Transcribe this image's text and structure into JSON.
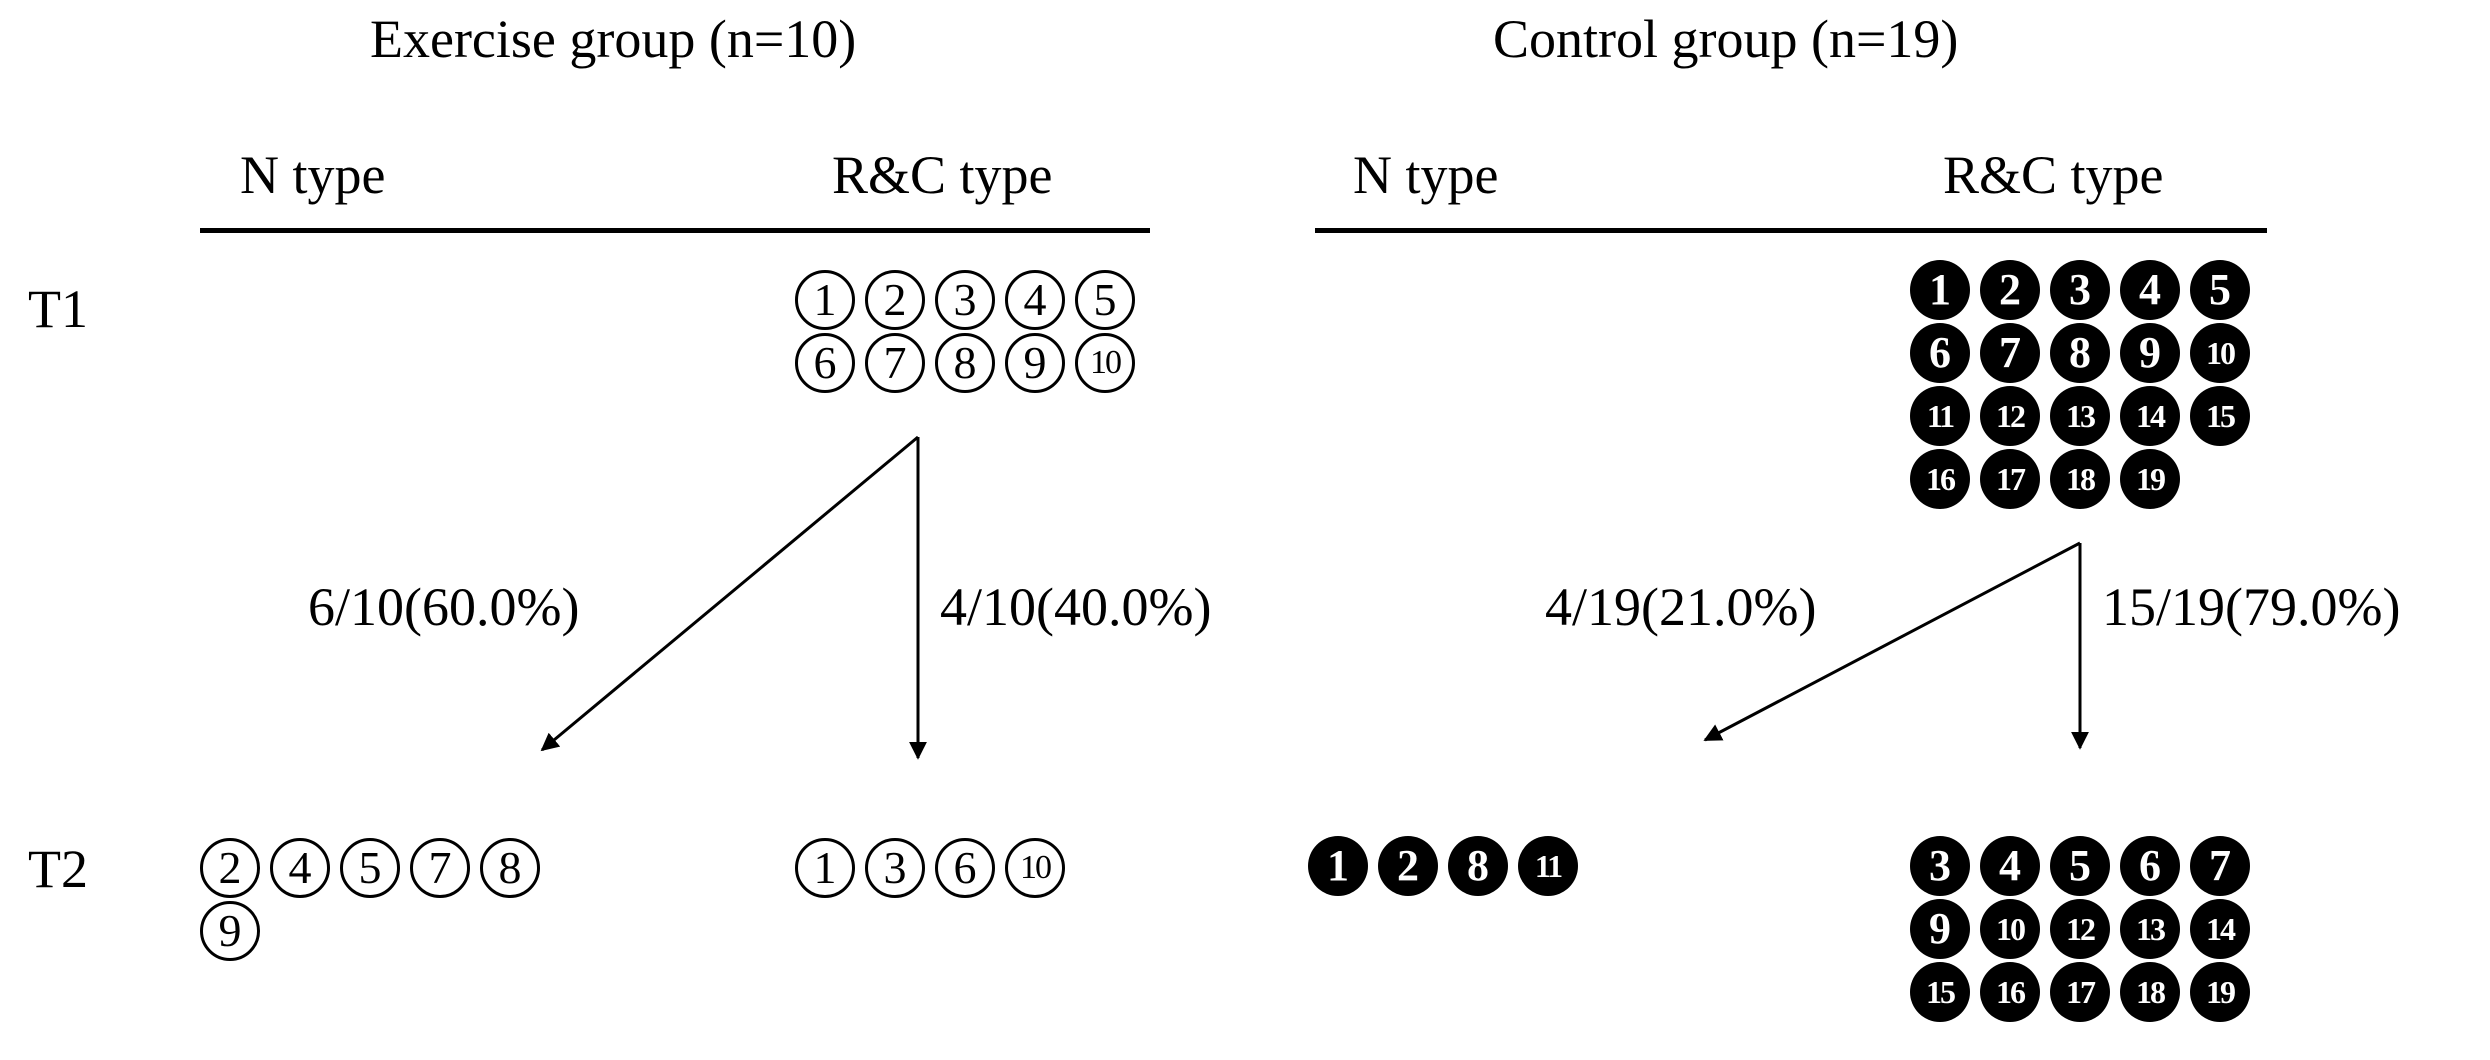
{
  "groups": {
    "exercise": {
      "title": "Exercise group (n=10)",
      "n_type_label": "N type",
      "rc_type_label": "R&C type",
      "t1_rc": [
        "1",
        "2",
        "3",
        "4",
        "5",
        "6",
        "7",
        "8",
        "9",
        "10"
      ],
      "arrow_to_n": "6/10(60.0%)",
      "arrow_to_rc": "4/10(40.0%)",
      "t2_n": [
        "2",
        "4",
        "5",
        "7",
        "8",
        "9"
      ],
      "t2_rc": [
        "1",
        "3",
        "6",
        "10"
      ]
    },
    "control": {
      "title": "Control group (n=19)",
      "n_type_label": "N type",
      "rc_type_label": "R&C type",
      "t1_rc": [
        "1",
        "2",
        "3",
        "4",
        "5",
        "6",
        "7",
        "8",
        "9",
        "10",
        "11",
        "12",
        "13",
        "14",
        "15",
        "16",
        "17",
        "18",
        "19"
      ],
      "arrow_to_n": "4/19(21.0%)",
      "arrow_to_rc": "15/19(79.0%)",
      "t2_n": [
        "1",
        "2",
        "8",
        "11"
      ],
      "t2_rc": [
        "3",
        "4",
        "5",
        "6",
        "7",
        "9",
        "10",
        "12",
        "13",
        "14",
        "15",
        "16",
        "17",
        "18",
        "19"
      ]
    }
  },
  "rows": {
    "t1": "T1",
    "t2": "T2"
  },
  "colors": {
    "ink": "#000000",
    "background": "#ffffff"
  }
}
